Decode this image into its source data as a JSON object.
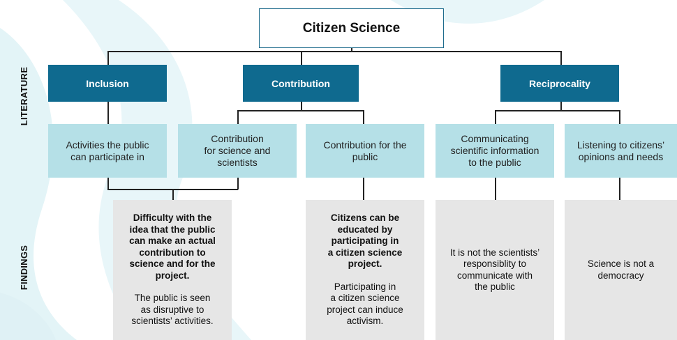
{
  "root": {
    "label": "Citizen Science"
  },
  "side_labels": {
    "literature": "LITERATURE",
    "findings": "FINDINGS"
  },
  "categories": [
    {
      "label": "Inclusion"
    },
    {
      "label": "Contribution"
    },
    {
      "label": "Reciprocality"
    }
  ],
  "literature": [
    {
      "lines": [
        "Activities the public",
        "can participate in"
      ]
    },
    {
      "lines": [
        "Contribution",
        "for science and",
        "scientists"
      ]
    },
    {
      "lines": [
        "Contribution for the",
        "public"
      ]
    },
    {
      "lines": [
        "Communicating",
        "scientific information",
        "to the public"
      ]
    },
    {
      "lines": [
        "Listening to citizens’",
        "opinions and needs"
      ]
    }
  ],
  "findings": [
    {
      "bold": [
        "Difficulty with the",
        "idea that the public",
        "can make an actual",
        "contribution to",
        "science and for the",
        "project."
      ],
      "normal": [
        "The public is seen",
        "as disruptive to",
        "scientists’ activities."
      ]
    },
    {
      "bold": [
        "Citizens can be",
        "educated by",
        "participating in",
        "a citizen science",
        "project."
      ],
      "normal": [
        "Participating in",
        "a citizen science",
        "project can induce",
        "activism."
      ]
    },
    {
      "bold": [],
      "normal": [
        "It is not the scientists’",
        "responsiblity to",
        "communicate with",
        "the public"
      ]
    },
    {
      "bold": [],
      "normal": [
        "Science is not a",
        "democracy"
      ]
    }
  ],
  "colors": {
    "category": "#0f6a8f",
    "literature": "#b5e0e7",
    "finding": "#e6e6e6",
    "line": "#222222",
    "watermark": "#e3f4f7"
  }
}
